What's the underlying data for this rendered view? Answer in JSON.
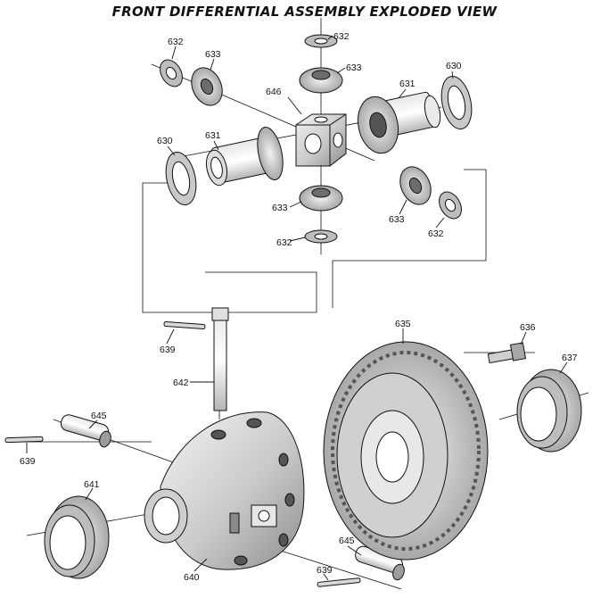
{
  "title": "FRONT DIFFERENTIAL ASSEMBLY EXPLODED VIEW",
  "labels": {
    "p630": "630",
    "p631": "631",
    "p632": "632",
    "p633": "633",
    "p635": "635",
    "p636": "636",
    "p637": "637",
    "p639": "639",
    "p640": "640",
    "p641": "641",
    "p642": "642",
    "p645": "645",
    "p646": "646"
  }
}
